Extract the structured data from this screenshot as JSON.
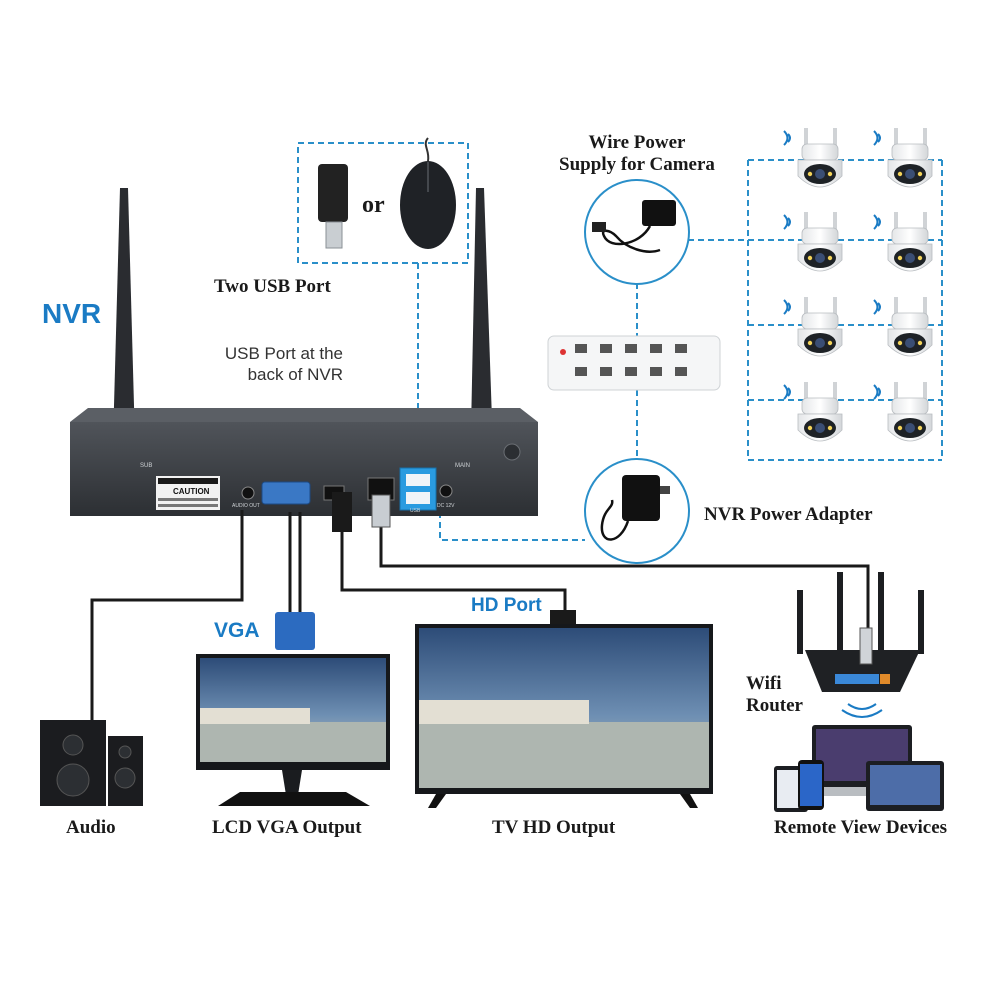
{
  "labels": {
    "nvr": "NVR",
    "two_usb_port": "Two USB Port",
    "or": "or",
    "usb_back_line1": "USB Port at the",
    "usb_back_line2": "back of NVR",
    "wire_power_line1": "Wire Power",
    "wire_power_line2": "Supply for Camera",
    "nvr_power_adapter": "NVR Power Adapter",
    "wifi_router_line1": "Wifi",
    "wifi_router_line2": "Router",
    "hd_port": "HD Port",
    "vga": "VGA",
    "audio": "Audio",
    "lcd_vga_output": "LCD VGA Output",
    "tv_hd_output": "TV HD Output",
    "remote_view_devices": "Remote View Devices"
  },
  "nvr_panel": {
    "sub": "SUB",
    "main": "MAIN",
    "caution": "CAUTION",
    "audio_out": "AUDIO OUT",
    "usb": "USB",
    "dc12v": "DC 12V"
  },
  "colors": {
    "accent_blue": "#1a7bc4",
    "dashed_line": "#2a8fc9",
    "nvr_body": "#3a3d42"
  }
}
